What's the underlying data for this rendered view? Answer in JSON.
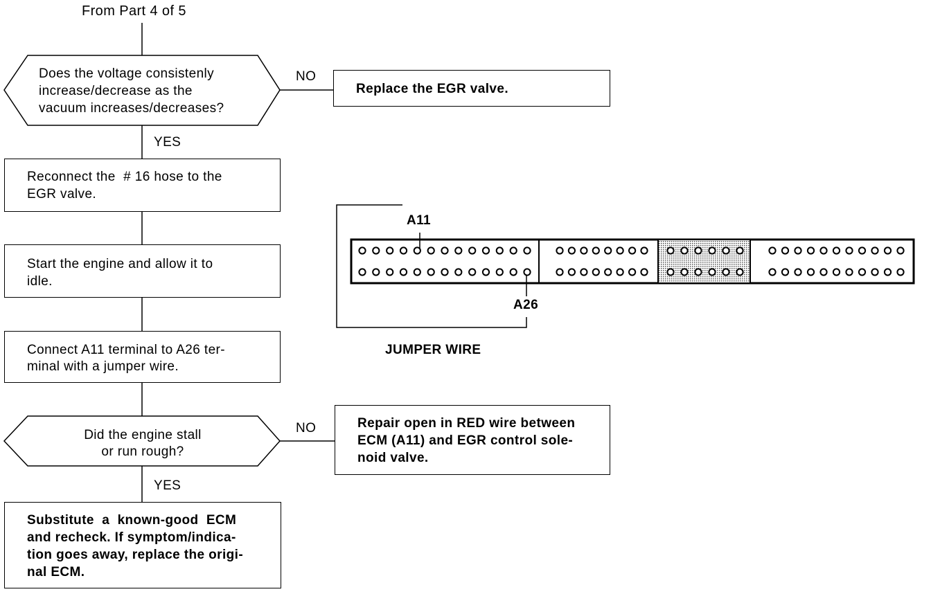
{
  "flowchart": {
    "start": "From Part 4 of 5",
    "decision1": {
      "lines": [
        "Does the voltage consistenly",
        "increase/decrease as the",
        "vacuum increases/decreases?"
      ],
      "no_label": "NO",
      "yes_label": "YES"
    },
    "replace_egr": "Replace the EGR valve.",
    "step_reconnect": [
      "Reconnect the  # 16 hose to the",
      "EGR valve."
    ],
    "step_start": [
      "Start the engine and allow it to",
      "idle."
    ],
    "step_connect": [
      "Connect A11 terminal to A26 ter-",
      "minal with a jumper wire."
    ],
    "decision2": {
      "lines": [
        "Did the engine stall",
        "or run rough?"
      ],
      "no_label": "NO",
      "yes_label": "YES"
    },
    "repair_box": [
      "Repair open in RED wire between",
      "ECM (A11) and EGR control sole-",
      "noid valve."
    ],
    "substitute_box": [
      "Substitute  a  known-good  ECM",
      "and recheck. If symptom/indica-",
      "tion goes away, replace the origi-",
      "nal ECM."
    ]
  },
  "connector": {
    "label_a11": "A11",
    "label_a26": "A26",
    "jumper_label": "JUMPER WIRE",
    "section_pin_counts": [
      [
        13,
        13
      ],
      [
        8,
        8
      ],
      [
        6,
        6
      ],
      [
        11,
        11
      ]
    ],
    "shaded_section_index": 2
  }
}
